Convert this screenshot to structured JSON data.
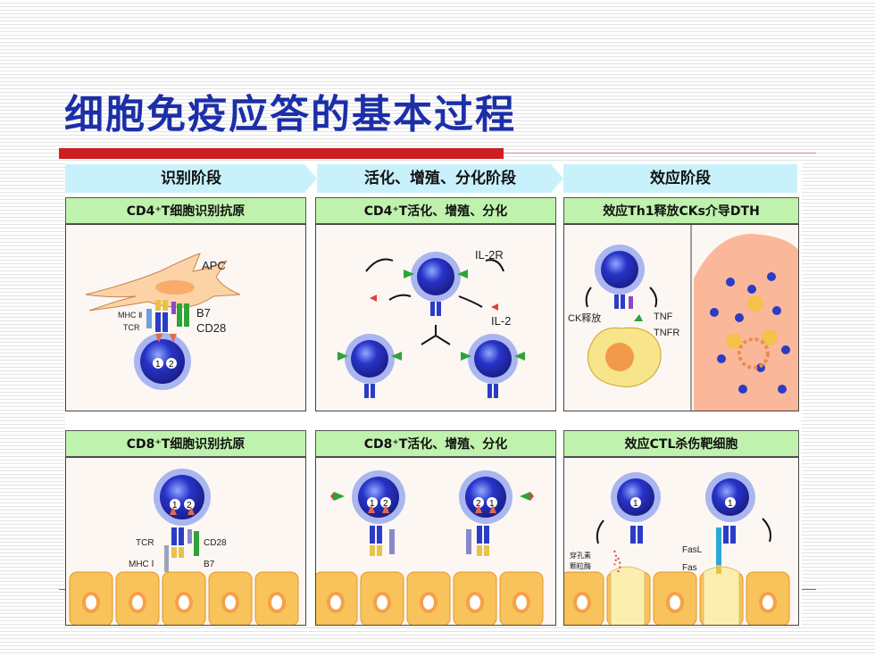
{
  "title": "细胞免疫应答的基本过程",
  "phases": [
    "识别阶段",
    "活化、增殖、分化阶段",
    "效应阶段"
  ],
  "headers": {
    "cd4_recognition": "CD4⁺T细胞识别抗原",
    "cd4_activation": "CD4⁺T活化、增殖、分化",
    "th1_effect": "效应Th1释放CKs介导DTH",
    "cd8_recognition": "CD8⁺T细胞识别抗原",
    "cd8_activation": "CD8⁺T活化、增殖、分化",
    "ctl_effect": "效应CTL杀伤靶细胞"
  },
  "labels": {
    "apc": "APC",
    "mhc2": "MHC Ⅱ",
    "tcr": "TCR",
    "b7": "B7",
    "cd28": "CD28",
    "il2r": "IL-2R",
    "il2": "IL-2",
    "ck_release": "CK释放",
    "tnf": "TNF",
    "tnfr": "TNFR",
    "mhc1": "MHC Ⅰ",
    "perforin": "穿孔素",
    "granzyme": "颗粒酶",
    "fasl": "FasL",
    "fas": "Fas",
    "sig1": "1",
    "sig2": "2"
  }
}
